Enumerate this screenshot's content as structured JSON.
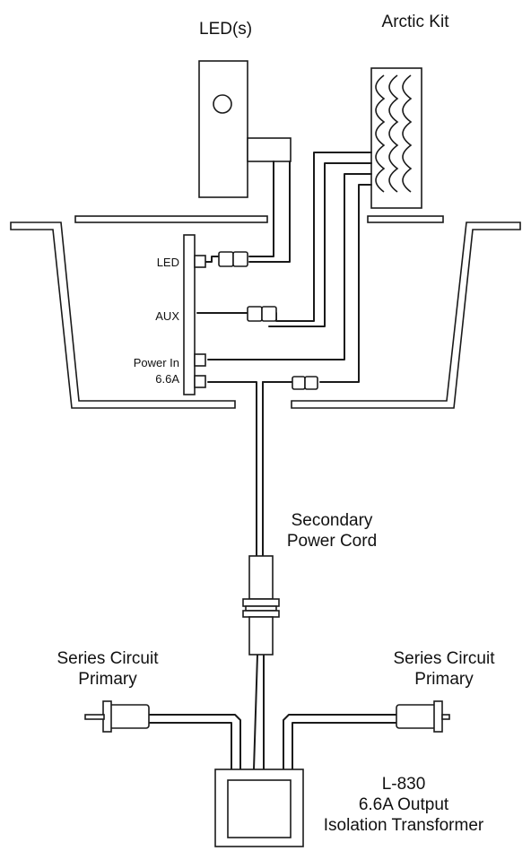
{
  "labels": {
    "leds": "LED(s)",
    "arctic_kit": "Arctic Kit",
    "led_port": "LED",
    "aux_port": "AUX",
    "power_in_line1": "Power In",
    "power_in_line2": "6.6A",
    "secondary_line1": "Secondary",
    "secondary_line2": "Power Cord",
    "series_left_line1": "Series Circuit",
    "series_left_line2": "Primary",
    "series_right_line1": "Series Circuit",
    "series_right_line2": "Primary",
    "transformer_line1": "L-830",
    "transformer_line2": "6.6A Output",
    "transformer_line3": "Isolation Transformer"
  },
  "colors": {
    "line": "#1a1a1a",
    "background": "#ffffff"
  }
}
